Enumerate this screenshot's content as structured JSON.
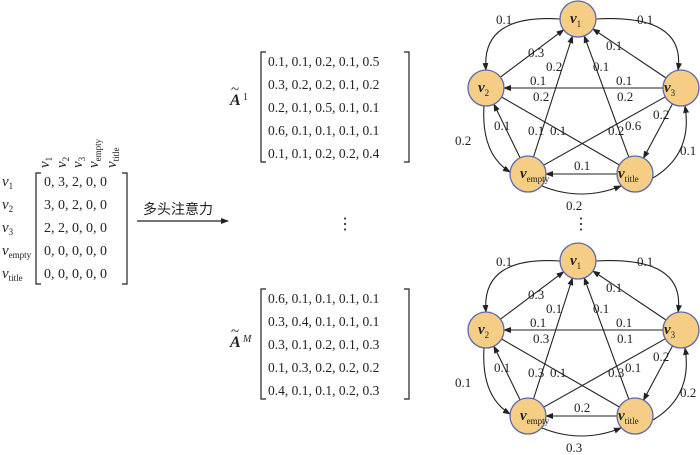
{
  "input_matrix": {
    "row_labels": [
      {
        "base": "v",
        "sub": "1"
      },
      {
        "base": "v",
        "sub": "2"
      },
      {
        "base": "v",
        "sub": "3"
      },
      {
        "base": "v",
        "sub": "empty"
      },
      {
        "base": "v",
        "sub": "title"
      }
    ],
    "col_labels": [
      {
        "base": "v",
        "sub": "1"
      },
      {
        "base": "v",
        "sub": "2"
      },
      {
        "base": "v",
        "sub": "3"
      },
      {
        "base": "v",
        "sub": "empty"
      },
      {
        "base": "v",
        "sub": "title"
      }
    ],
    "rows": [
      "0, 3, 2, 0, 0",
      "3, 0, 2, 0, 0",
      "2, 2, 0, 0, 0",
      "0, 0, 0, 0, 0",
      "0, 0, 0, 0, 0"
    ]
  },
  "arrow_label": "多头注意力",
  "heads": [
    {
      "symbol": "A",
      "tilde": "~",
      "superscript": "1",
      "rows": [
        "0.1, 0.1, 0.2, 0.1, 0.5",
        "0.3, 0.2, 0.2, 0.1, 0.2",
        "0.2, 0.1, 0.5, 0.1, 0.1",
        "0.6, 0.1, 0.1, 0.1, 0.1",
        "0.1, 0.1, 0.2, 0.2, 0.4"
      ],
      "graph": {
        "edges": {
          "v1_v2_outer": "0.1",
          "v1_vempty_outer": "0.1",
          "v2_v3_outer": "0.2",
          "vempty_vtitle_outer": "0.1",
          "v3_vtitle_bottom": "0.2",
          "v2_v1": "0.3",
          "v3_v1": "0.2",
          "vtitle_v1": "0.1",
          "vempty_v1": "0.1",
          "v2_vempty_top": "0.1",
          "v2_vempty_bottom": "0.1",
          "v2_vtitle": "0.2",
          "v3_vempty": "0.2",
          "v3_v2": "0.1",
          "v3_vempty_mid": "0.1",
          "vtitle_v2_mid": "0.2",
          "v1_vtitle": "0.6",
          "vempty_vtitle": "0.2",
          "vtitle_v3": "0.1",
          "cross_mid_left": "0.1",
          "cross_mid_right": "0.1"
        }
      }
    },
    {
      "symbol": "A",
      "tilde": "~",
      "superscript": "M",
      "rows": [
        "0.6, 0.1, 0.1, 0.1, 0.1",
        "0.3, 0.4, 0.1, 0.1, 0.1",
        "0.3, 0.1, 0.2, 0.1, 0.3",
        "0.1, 0.3, 0.2, 0.2, 0.2",
        "0.4, 0.1, 0.1, 0.2, 0.3"
      ],
      "graph": {
        "edges": {
          "v1_v2_outer": "0.1",
          "v1_vempty_outer": "0.1",
          "v2_v3_outer": "0.1",
          "vempty_vtitle_outer": "0.2",
          "v3_vtitle_bottom": "0.3",
          "v2_v1": "0.3",
          "v3_v1": "0.1",
          "vtitle_v1": "0.1",
          "vempty_v1": "0.1",
          "v2_vempty_top": "0.1",
          "v2_vempty_bottom": "0.1",
          "v2_vtitle": "0.3",
          "v3_vempty": "0.1",
          "v3_v2": "0.1",
          "v3_vempty_mid": "0.3",
          "vtitle_v2_mid": "0.3",
          "v1_vtitle": "0.1",
          "vempty_vtitle": "0.2",
          "vtitle_v3": "0.2",
          "cross_mid_left": "0.1",
          "cross_mid_right": "0.1"
        }
      }
    }
  ],
  "ellipsis": "⋮",
  "node_fill": "#f5cd85",
  "node_stroke": "#5a6aa8"
}
